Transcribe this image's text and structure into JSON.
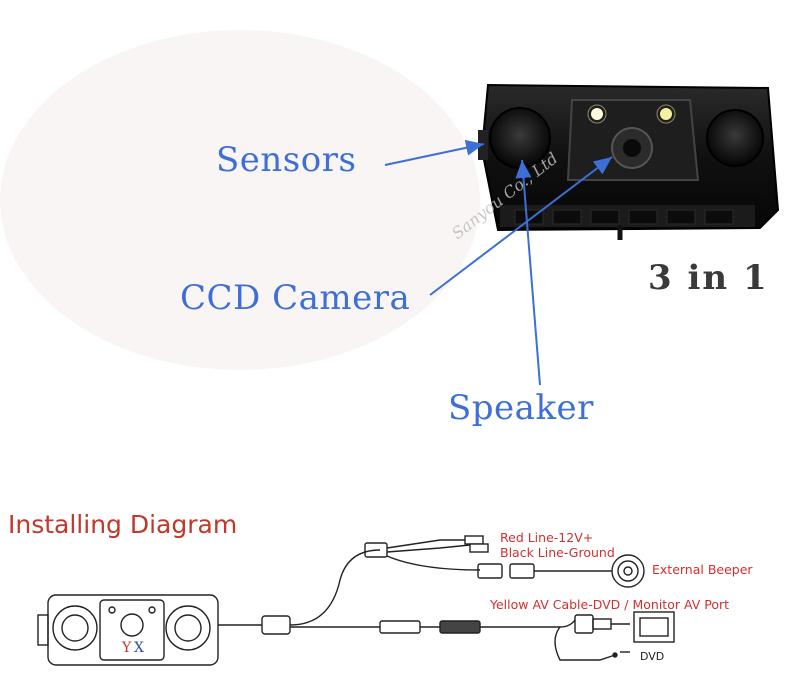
{
  "colors": {
    "callout_blue": "#3d6fd6",
    "tagline_gray": "#3a3a3a",
    "title_red": "#c0392b",
    "wire_red": "#d23030",
    "product_black": "#111111"
  },
  "callouts": {
    "sensors": "Sensors",
    "ccd_camera": "CCD Camera",
    "speaker": "Speaker"
  },
  "tagline": "3 in 1",
  "watermark": "Sanyou Co., Ltd",
  "diagram": {
    "title": "Installing Diagram",
    "red_line": "Red Line-12V+",
    "black_line": "Black Line-Ground",
    "external_beeper": "External Beeper",
    "yellow_av": "Yellow AV Cable-DVD / Monitor AV Port",
    "dvd": "DVD",
    "brand_y": "Y",
    "brand_x": "X"
  }
}
